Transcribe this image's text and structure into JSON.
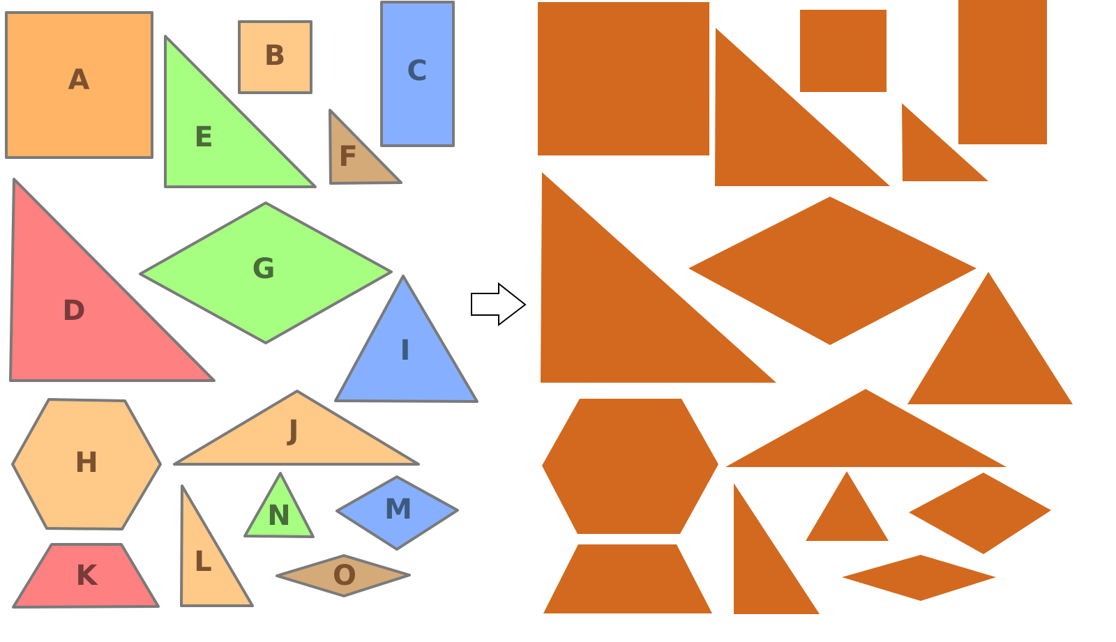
{
  "colors": {
    "orange": "#ffb466",
    "light_orange": "#ffc987",
    "blue": "#86b0ff",
    "green": "#a6ff80",
    "red": "#ff8080",
    "tan": "#d4aa78",
    "outline": "#7a7a7a",
    "silhouette": "#d2691e"
  },
  "pieces": {
    "A": "A",
    "B": "B",
    "C": "C",
    "D": "D",
    "E": "E",
    "F": "F",
    "G": "G",
    "H": "H",
    "I": "I",
    "J": "J",
    "K": "K",
    "L": "L",
    "M": "M",
    "N": "N",
    "O": "O"
  },
  "arrow": {
    "icon": "right-arrow-icon"
  }
}
